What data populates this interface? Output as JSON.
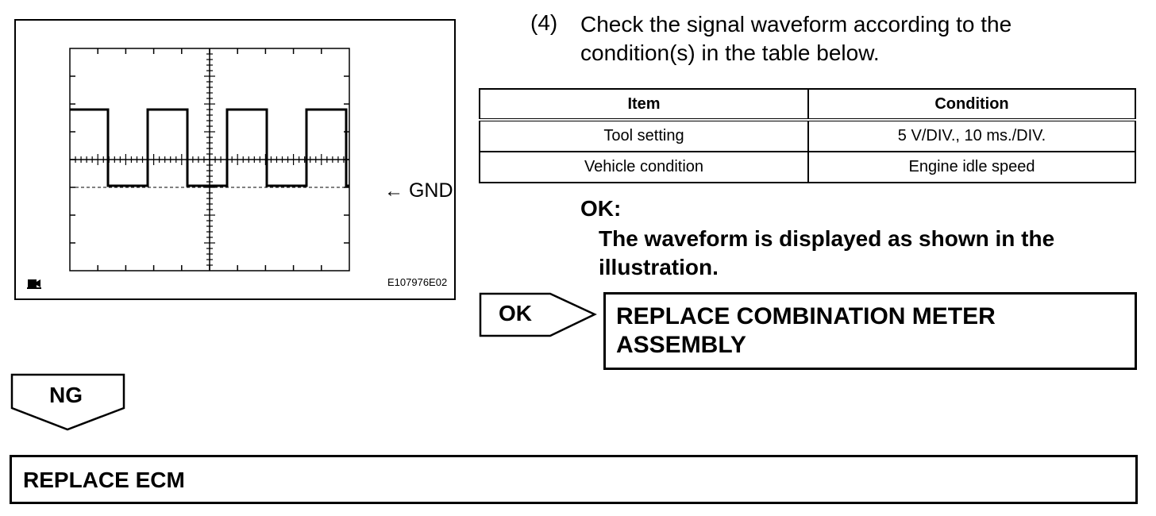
{
  "illustration": {
    "gnd_label": "GND",
    "figure_id": "E107976E02"
  },
  "step": {
    "number": "(4)",
    "text": "Check the signal waveform according to the condition(s) in the table below."
  },
  "table": {
    "headers": [
      "Item",
      "Condition"
    ],
    "rows": [
      [
        "Tool setting",
        "5 V/DIV., 10 ms./DIV."
      ],
      [
        "Vehicle condition",
        "Engine idle speed"
      ]
    ]
  },
  "ok_spec": {
    "label": "OK:",
    "text": "The waveform is displayed as shown in the illustration."
  },
  "ok_branch": {
    "arrow_label": "OK",
    "result": "REPLACE COMBINATION METER ASSEMBLY"
  },
  "ng_branch": {
    "arrow_label": "NG",
    "result": "REPLACE ECM"
  }
}
